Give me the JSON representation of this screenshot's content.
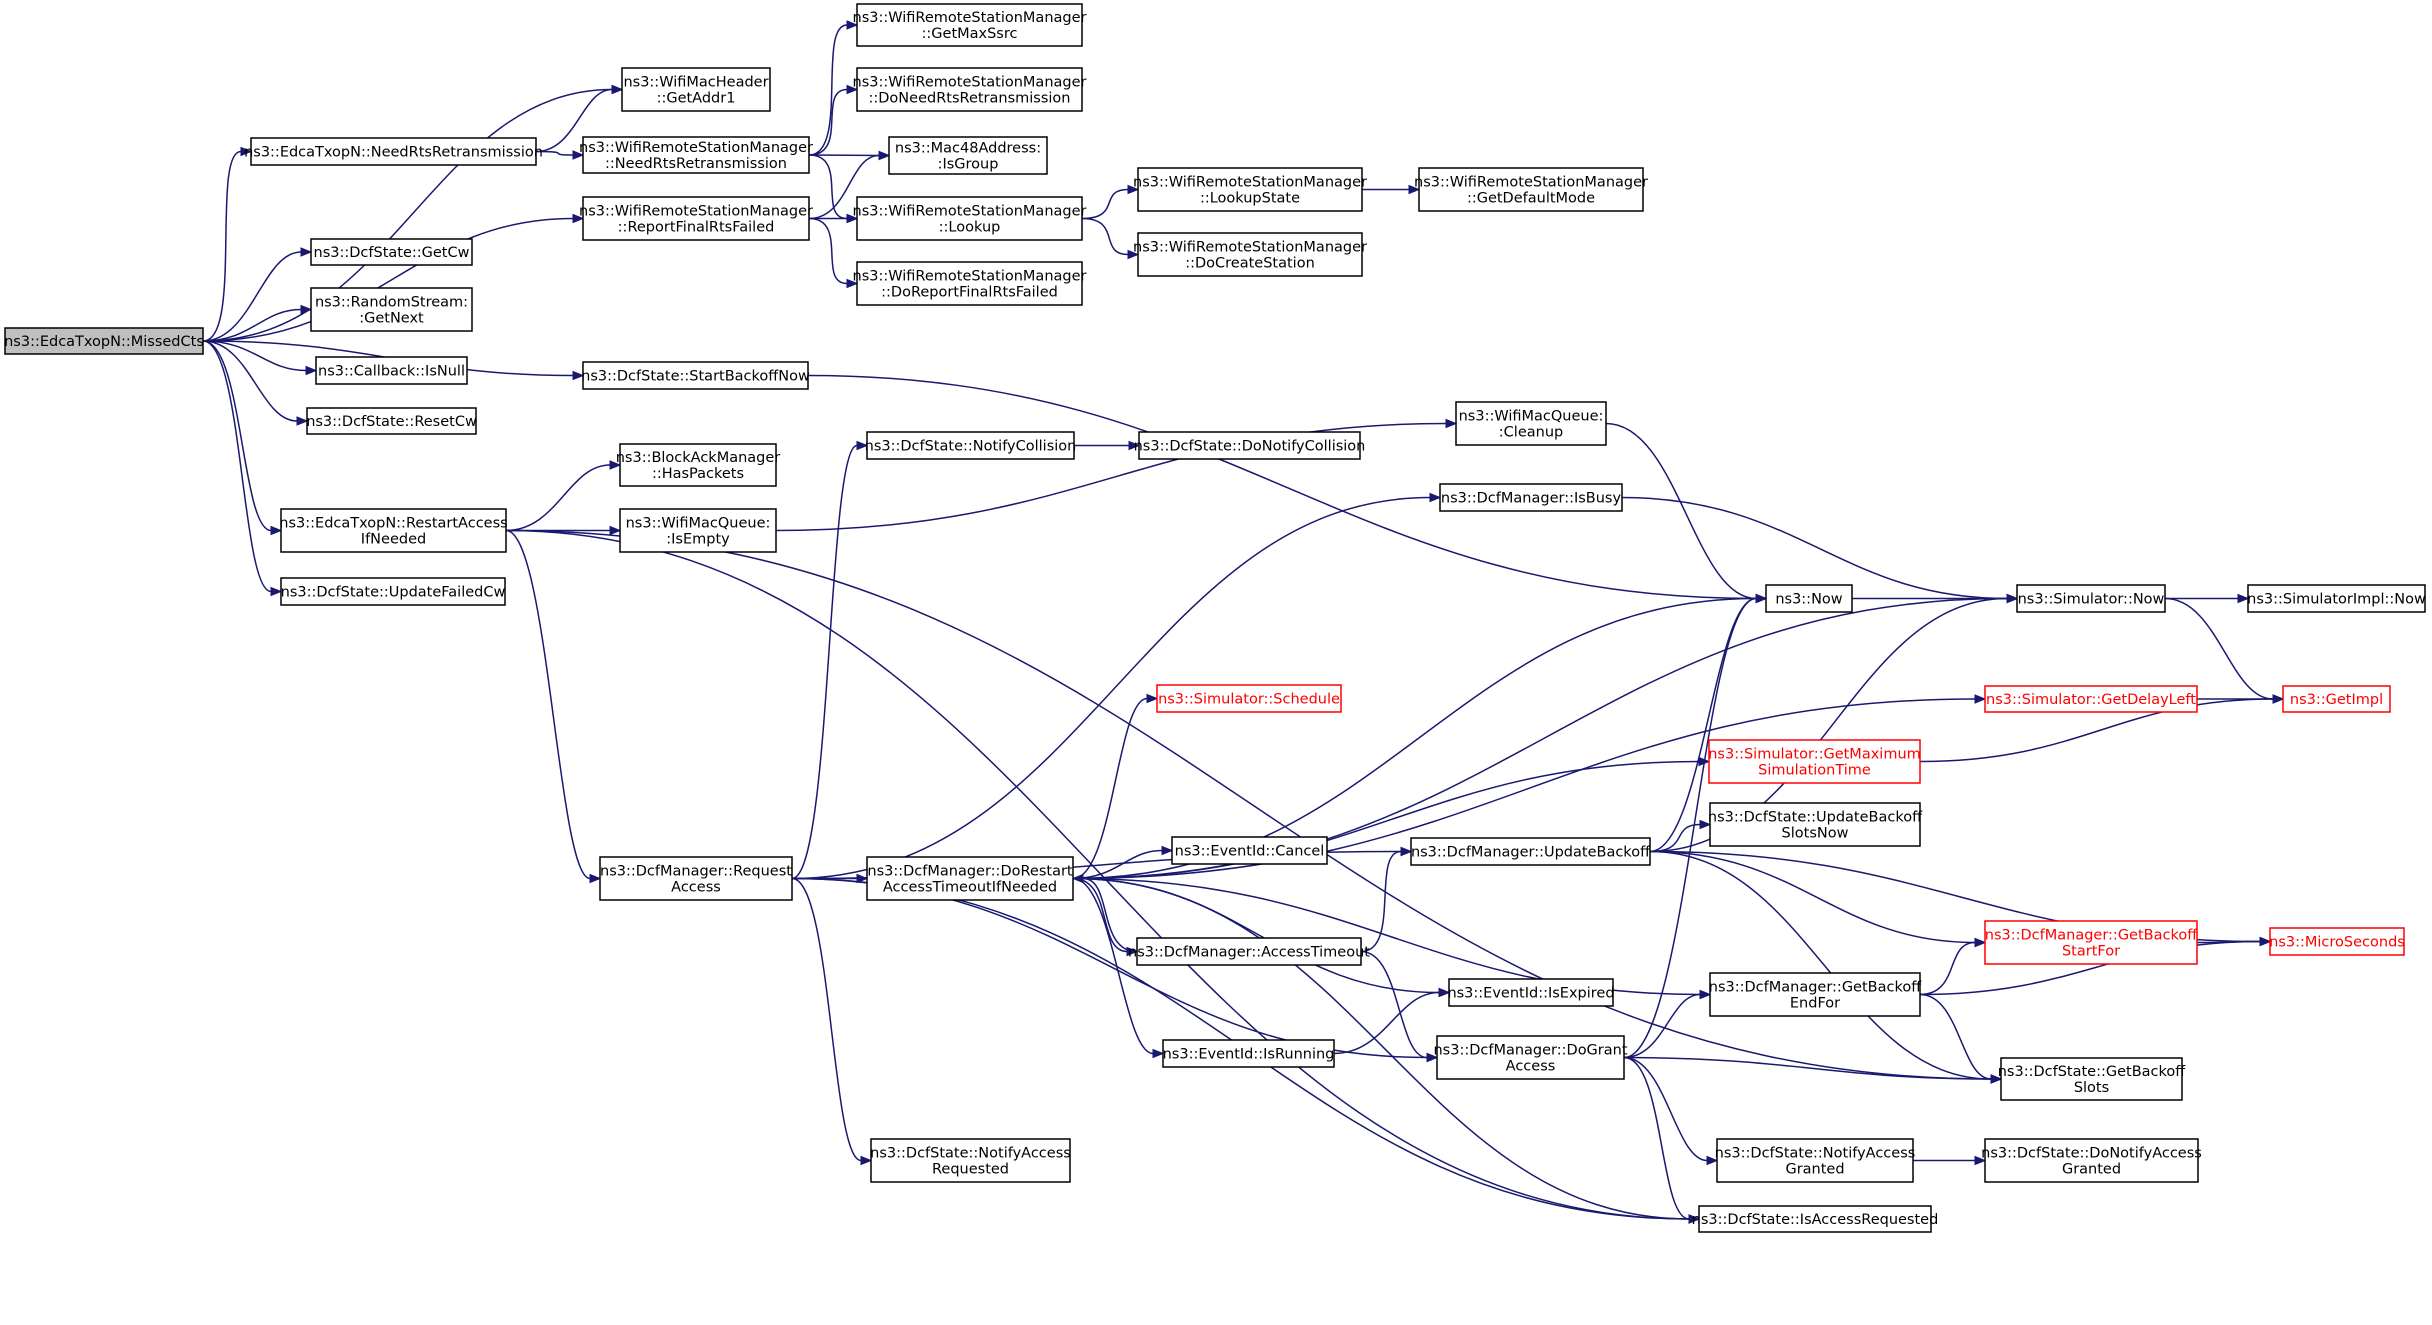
{
  "nodes": {
    "missedCts": {
      "lines": [
        "ns3::EdcaTxopN::MissedCts"
      ],
      "highlight": "root"
    },
    "needRts": {
      "lines": [
        "ns3::EdcaTxopN::NeedRtsRetransmission"
      ]
    },
    "dcfGetCw": {
      "lines": [
        "ns3::DcfState::GetCw"
      ]
    },
    "randomNext": {
      "lines": [
        "ns3::RandomStream:",
        ":GetNext"
      ]
    },
    "cbIsNull": {
      "lines": [
        "ns3::Callback::IsNull"
      ]
    },
    "dcfResetCw": {
      "lines": [
        "ns3::DcfState::ResetCw"
      ]
    },
    "restartAccess": {
      "lines": [
        "ns3::EdcaTxopN::RestartAccess",
        "IfNeeded"
      ]
    },
    "updateFailedCw": {
      "lines": [
        "ns3::DcfState::UpdateFailedCw"
      ]
    },
    "getAddr1": {
      "lines": [
        "ns3::WifiMacHeader",
        "::GetAddr1"
      ]
    },
    "wrsmNeedRts": {
      "lines": [
        "ns3::WifiRemoteStationManager",
        "::NeedRtsRetransmission"
      ]
    },
    "wrsmReportFinal": {
      "lines": [
        "ns3::WifiRemoteStationManager",
        "::ReportFinalRtsFailed"
      ]
    },
    "startBackoffNow": {
      "lines": [
        "ns3::DcfState::StartBackoffNow"
      ]
    },
    "blockAckHas": {
      "lines": [
        "ns3::BlockAckManager",
        "::HasPackets"
      ]
    },
    "queueIsEmpty": {
      "lines": [
        "ns3::WifiMacQueue:",
        ":IsEmpty"
      ]
    },
    "requestAccess": {
      "lines": [
        "ns3::DcfManager::Request",
        "Access"
      ]
    },
    "getMaxSsrc": {
      "lines": [
        "ns3::WifiRemoteStationManager",
        "::GetMaxSsrc"
      ]
    },
    "doNeedRts": {
      "lines": [
        "ns3::WifiRemoteStationManager",
        "::DoNeedRtsRetransmission"
      ]
    },
    "macIsGroup": {
      "lines": [
        "ns3::Mac48Address:",
        ":IsGroup"
      ]
    },
    "wrsmLookup": {
      "lines": [
        "ns3::WifiRemoteStationManager",
        "::Lookup"
      ]
    },
    "doReportFinal": {
      "lines": [
        "ns3::WifiRemoteStationManager",
        "::DoReportFinalRtsFailed"
      ]
    },
    "notifyCollision": {
      "lines": [
        "ns3::DcfState::NotifyCollision"
      ]
    },
    "doRestart": {
      "lines": [
        "ns3::DcfManager::DoRestart",
        "AccessTimeoutIfNeeded"
      ]
    },
    "notifyAccessReq": {
      "lines": [
        "ns3::DcfState::NotifyAccess",
        "Requested"
      ]
    },
    "lookupState": {
      "lines": [
        "ns3::WifiRemoteStationManager",
        "::LookupState"
      ]
    },
    "doCreateStation": {
      "lines": [
        "ns3::WifiRemoteStationManager",
        "::DoCreateStation"
      ]
    },
    "doNotifyCollision": {
      "lines": [
        "ns3::DcfState::DoNotifyCollision"
      ]
    },
    "simSchedule": {
      "lines": [
        "ns3::Simulator::Schedule"
      ],
      "highlight": "red"
    },
    "eventCancel": {
      "lines": [
        "ns3::EventId::Cancel"
      ]
    },
    "accessTimeout": {
      "lines": [
        "ns3::DcfManager::AccessTimeout"
      ]
    },
    "eventIsRunning": {
      "lines": [
        "ns3::EventId::IsRunning"
      ]
    },
    "getDefaultMode": {
      "lines": [
        "ns3::WifiRemoteStationManager",
        "::GetDefaultMode"
      ]
    },
    "queueCleanup": {
      "lines": [
        "ns3::WifiMacQueue:",
        ":Cleanup"
      ]
    },
    "dcfIsBusy": {
      "lines": [
        "ns3::DcfManager::IsBusy"
      ]
    },
    "updateBackoff": {
      "lines": [
        "ns3::DcfManager::UpdateBackoff"
      ]
    },
    "eventIsExpired": {
      "lines": [
        "ns3::EventId::IsExpired"
      ]
    },
    "doGrant": {
      "lines": [
        "ns3::DcfManager::DoGrant",
        "Access"
      ]
    },
    "simGetMax": {
      "lines": [
        "ns3::Simulator::GetMaximum",
        "SimulationTime"
      ],
      "highlight": "red"
    },
    "updateBackoffSlots": {
      "lines": [
        "ns3::DcfState::UpdateBackoff",
        "SlotsNow"
      ]
    },
    "getBackoffEndFor": {
      "lines": [
        "ns3::DcfManager::GetBackoff",
        "EndFor"
      ]
    },
    "notifyAccessGranted": {
      "lines": [
        "ns3::DcfState::NotifyAccess",
        "Granted"
      ]
    },
    "isAccessRequested": {
      "lines": [
        "ns3::DcfState::IsAccessRequested"
      ]
    },
    "ns3Now": {
      "lines": [
        "ns3::Now"
      ]
    },
    "simNow": {
      "lines": [
        "ns3::Simulator::Now"
      ]
    },
    "simGetDelayLeft": {
      "lines": [
        "ns3::Simulator::GetDelayLeft"
      ],
      "highlight": "red"
    },
    "getBackoffStartFor": {
      "lines": [
        "ns3::DcfManager::GetBackoff",
        "StartFor"
      ],
      "highlight": "red"
    },
    "getBackoffSlots": {
      "lines": [
        "ns3::DcfState::GetBackoff",
        "Slots"
      ]
    },
    "doNotifyAccessGranted": {
      "lines": [
        "ns3::DcfState::DoNotifyAccess",
        "Granted"
      ]
    },
    "simImplNow": {
      "lines": [
        "ns3::SimulatorImpl::Now"
      ]
    },
    "getImpl": {
      "lines": [
        "ns3::GetImpl"
      ],
      "highlight": "red"
    },
    "microSeconds": {
      "lines": [
        "ns3::MicroSeconds"
      ],
      "highlight": "red"
    }
  },
  "edges": [
    [
      "missedCts",
      "getAddr1"
    ],
    [
      "missedCts",
      "needRts"
    ],
    [
      "missedCts",
      "wrsmReportFinal"
    ],
    [
      "missedCts",
      "dcfGetCw"
    ],
    [
      "missedCts",
      "randomNext"
    ],
    [
      "missedCts",
      "cbIsNull"
    ],
    [
      "missedCts",
      "dcfResetCw"
    ],
    [
      "missedCts",
      "startBackoffNow"
    ],
    [
      "missedCts",
      "restartAccess"
    ],
    [
      "missedCts",
      "updateFailedCw"
    ],
    [
      "needRts",
      "getAddr1"
    ],
    [
      "needRts",
      "wrsmNeedRts"
    ],
    [
      "wrsmNeedRts",
      "getMaxSsrc"
    ],
    [
      "wrsmNeedRts",
      "doNeedRts"
    ],
    [
      "wrsmNeedRts",
      "macIsGroup"
    ],
    [
      "wrsmNeedRts",
      "wrsmLookup"
    ],
    [
      "wrsmReportFinal",
      "macIsGroup"
    ],
    [
      "wrsmReportFinal",
      "wrsmLookup"
    ],
    [
      "wrsmReportFinal",
      "doReportFinal"
    ],
    [
      "wrsmLookup",
      "lookupState"
    ],
    [
      "wrsmLookup",
      "doCreateStation"
    ],
    [
      "lookupState",
      "getDefaultMode"
    ],
    [
      "startBackoffNow",
      "ns3Now"
    ],
    [
      "restartAccess",
      "blockAckHas"
    ],
    [
      "restartAccess",
      "queueIsEmpty"
    ],
    [
      "restartAccess",
      "requestAccess"
    ],
    [
      "restartAccess",
      "isAccessRequested"
    ],
    [
      "restartAccess",
      "getBackoffSlots"
    ],
    [
      "queueIsEmpty",
      "queueCleanup"
    ],
    [
      "queueCleanup",
      "ns3Now"
    ],
    [
      "requestAccess",
      "notifyCollision"
    ],
    [
      "requestAccess",
      "dcfIsBusy"
    ],
    [
      "requestAccess",
      "updateBackoff"
    ],
    [
      "requestAccess",
      "doRestart"
    ],
    [
      "requestAccess",
      "doGrant"
    ],
    [
      "requestAccess",
      "notifyAccessReq"
    ],
    [
      "requestAccess",
      "isAccessRequested"
    ],
    [
      "notifyCollision",
      "doNotifyCollision"
    ],
    [
      "dcfIsBusy",
      "simNow"
    ],
    [
      "doRestart",
      "ns3Now"
    ],
    [
      "doRestart",
      "simNow"
    ],
    [
      "doRestart",
      "simSchedule"
    ],
    [
      "doRestart",
      "simGetDelayLeft"
    ],
    [
      "doRestart",
      "simGetMax"
    ],
    [
      "doRestart",
      "eventCancel"
    ],
    [
      "doRestart",
      "accessTimeout"
    ],
    [
      "doRestart",
      "getBackoffEndFor"
    ],
    [
      "doRestart",
      "eventIsExpired"
    ],
    [
      "doRestart",
      "eventIsRunning"
    ],
    [
      "doRestart",
      "isAccessRequested"
    ],
    [
      "accessTimeout",
      "doRestart"
    ],
    [
      "accessTimeout",
      "updateBackoff"
    ],
    [
      "accessTimeout",
      "doGrant"
    ],
    [
      "eventIsRunning",
      "eventIsExpired"
    ],
    [
      "updateBackoff",
      "ns3Now"
    ],
    [
      "updateBackoff",
      "simNow"
    ],
    [
      "updateBackoff",
      "updateBackoffSlots"
    ],
    [
      "updateBackoff",
      "getBackoffStartFor"
    ],
    [
      "updateBackoff",
      "getBackoffSlots"
    ],
    [
      "updateBackoff",
      "microSeconds"
    ],
    [
      "doGrant",
      "ns3Now"
    ],
    [
      "doGrant",
      "getBackoffEndFor"
    ],
    [
      "doGrant",
      "getBackoffSlots"
    ],
    [
      "doGrant",
      "notifyAccessGranted"
    ],
    [
      "doGrant",
      "isAccessRequested"
    ],
    [
      "getBackoffEndFor",
      "getBackoffStartFor"
    ],
    [
      "getBackoffEndFor",
      "microSeconds"
    ],
    [
      "getBackoffEndFor",
      "getBackoffSlots"
    ],
    [
      "getBackoffStartFor",
      "microSeconds"
    ],
    [
      "notifyAccessGranted",
      "doNotifyAccessGranted"
    ],
    [
      "ns3Now",
      "simNow"
    ],
    [
      "simNow",
      "simImplNow"
    ],
    [
      "simNow",
      "getImpl"
    ],
    [
      "simGetDelayLeft",
      "getImpl"
    ],
    [
      "simGetMax",
      "getImpl"
    ]
  ]
}
